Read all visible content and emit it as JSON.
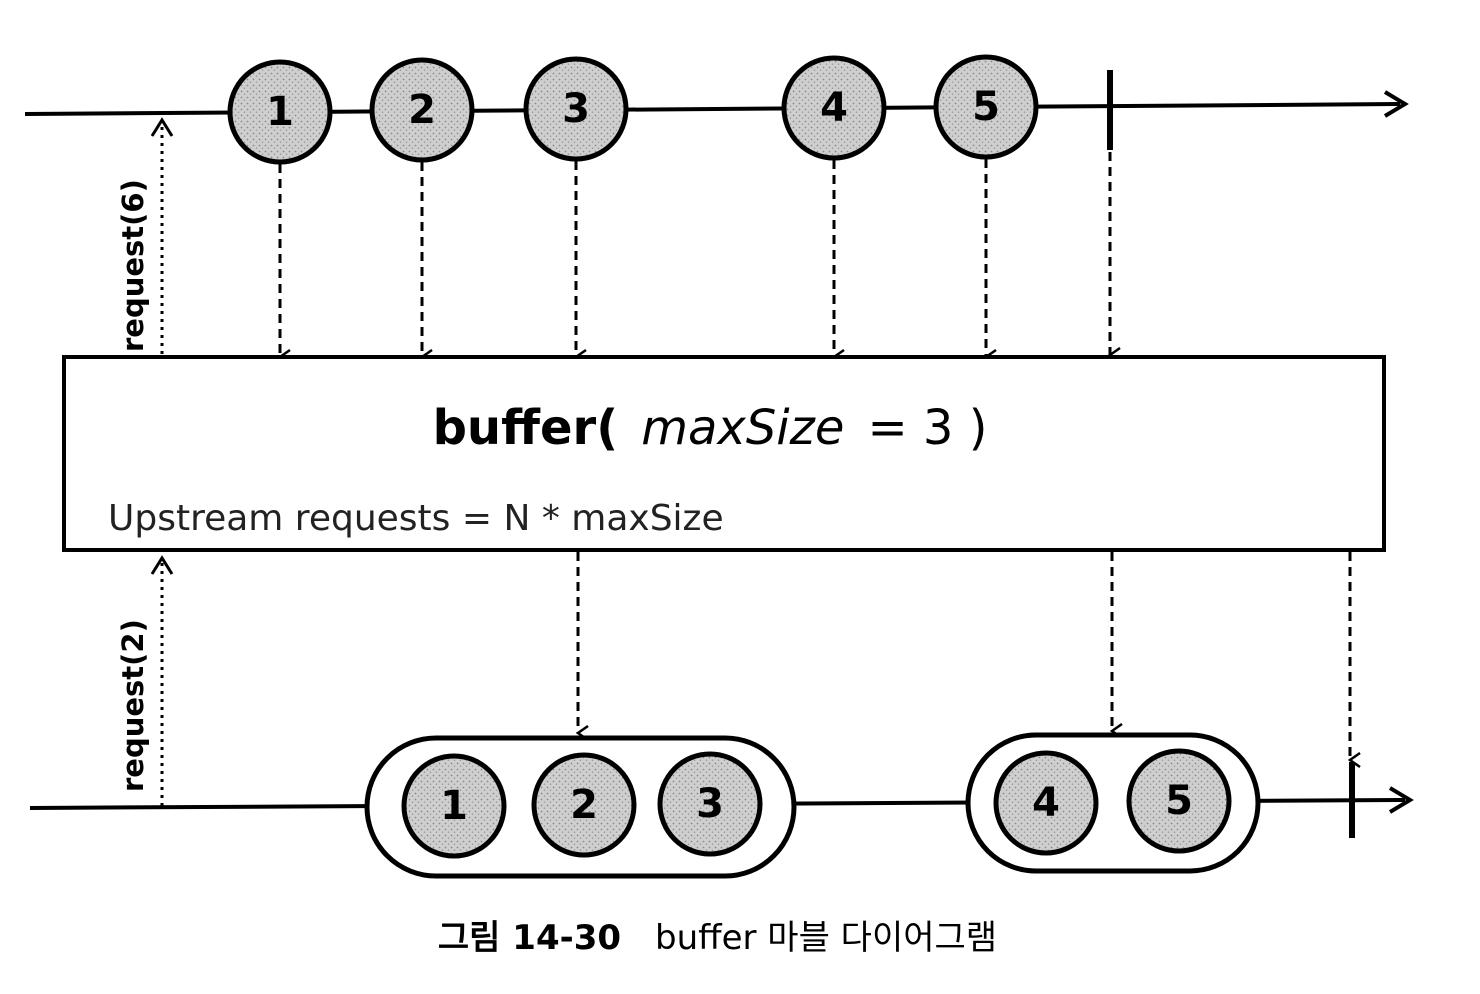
{
  "operator": {
    "name": "buffer(",
    "param": "maxSize",
    "equals": "= 3 )",
    "subtext": "Upstream requests = N * maxSize"
  },
  "requests": {
    "upper": "request(6)",
    "lower": "request(2)"
  },
  "upstream_items": [
    "1",
    "2",
    "3",
    "4",
    "5"
  ],
  "output_buffers": [
    [
      "1",
      "2",
      "3"
    ],
    [
      "4",
      "5"
    ]
  ],
  "caption": {
    "figure": "그림 14-30",
    "title": "buffer 마블 다이어그램"
  },
  "colors": {
    "marble_fill": "#c4c4c4",
    "stroke": "#000000",
    "background": "#ffffff"
  }
}
